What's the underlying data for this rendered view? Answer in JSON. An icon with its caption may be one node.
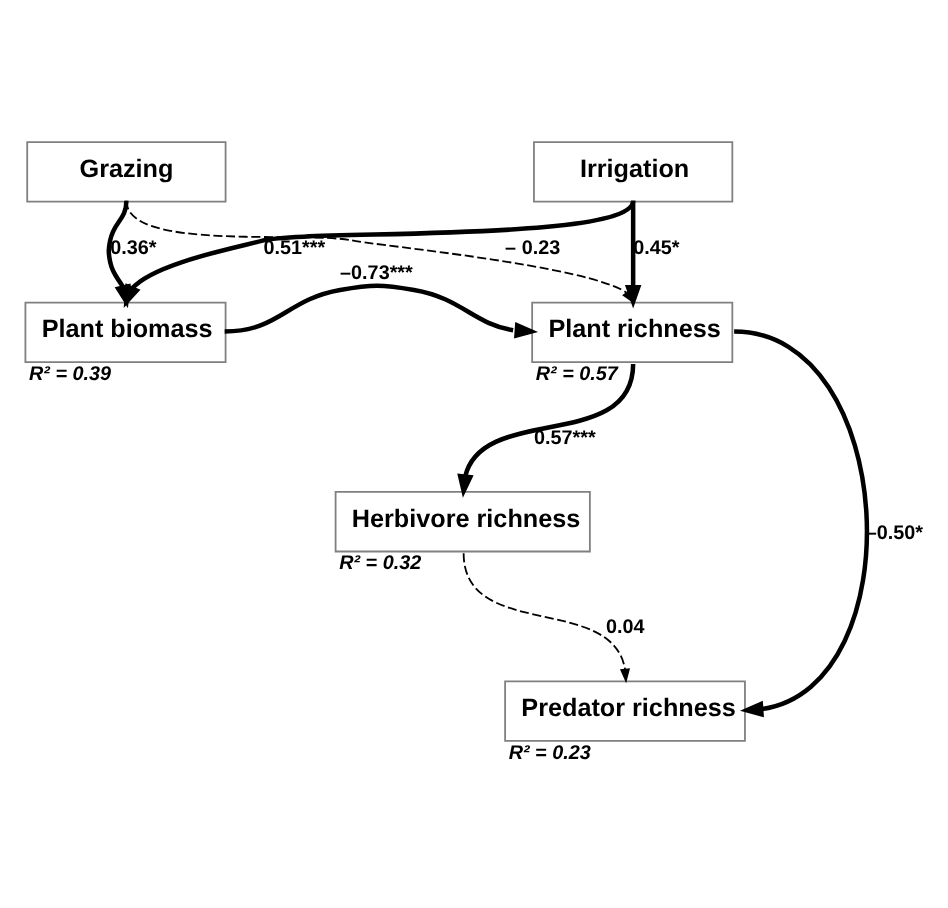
{
  "diagram": {
    "nodes": [
      {
        "text": [
          "Grazing"
        ]
      },
      {
        "text": [
          "Irrigation"
        ]
      },
      {
        "text": [
          "Plant biomass"
        ],
        "beside": [
          "R² = 0.39"
        ]
      },
      {
        "text": [
          "Plant richness"
        ],
        "beside": [
          "R² = 0.57"
        ]
      },
      {
        "text": [
          "Herbivore richness"
        ],
        "beside": [
          "R² = 0.32"
        ]
      },
      {
        "text": [
          "Predator richness"
        ],
        "beside": [
          "R² = 0.23"
        ]
      }
    ],
    "edges": [
      {
        "from": 0,
        "to": 2,
        "arrow": "to",
        "label": "0.36*"
      },
      {
        "from": 0,
        "to": 3,
        "arrow": "to",
        "label": "– 0.23",
        "style": "dashed"
      },
      {
        "from": 1,
        "to": 2,
        "arrow": "to",
        "label": "0.51***"
      },
      {
        "from": 1,
        "to": 3,
        "arrow": "to",
        "label": "0.45*"
      },
      {
        "from": 2,
        "to": 3,
        "arrow": "to",
        "label": "–0.73***"
      },
      {
        "from": 3,
        "to": 4,
        "arrow": "to",
        "label": "0.57***"
      },
      {
        "from": 4,
        "to": 5,
        "arrow": "to",
        "label": "0.04",
        "style": "dashed"
      },
      {
        "from": 3,
        "to": 5,
        "arrow": "to",
        "label": "–0.50*"
      }
    ]
  }
}
